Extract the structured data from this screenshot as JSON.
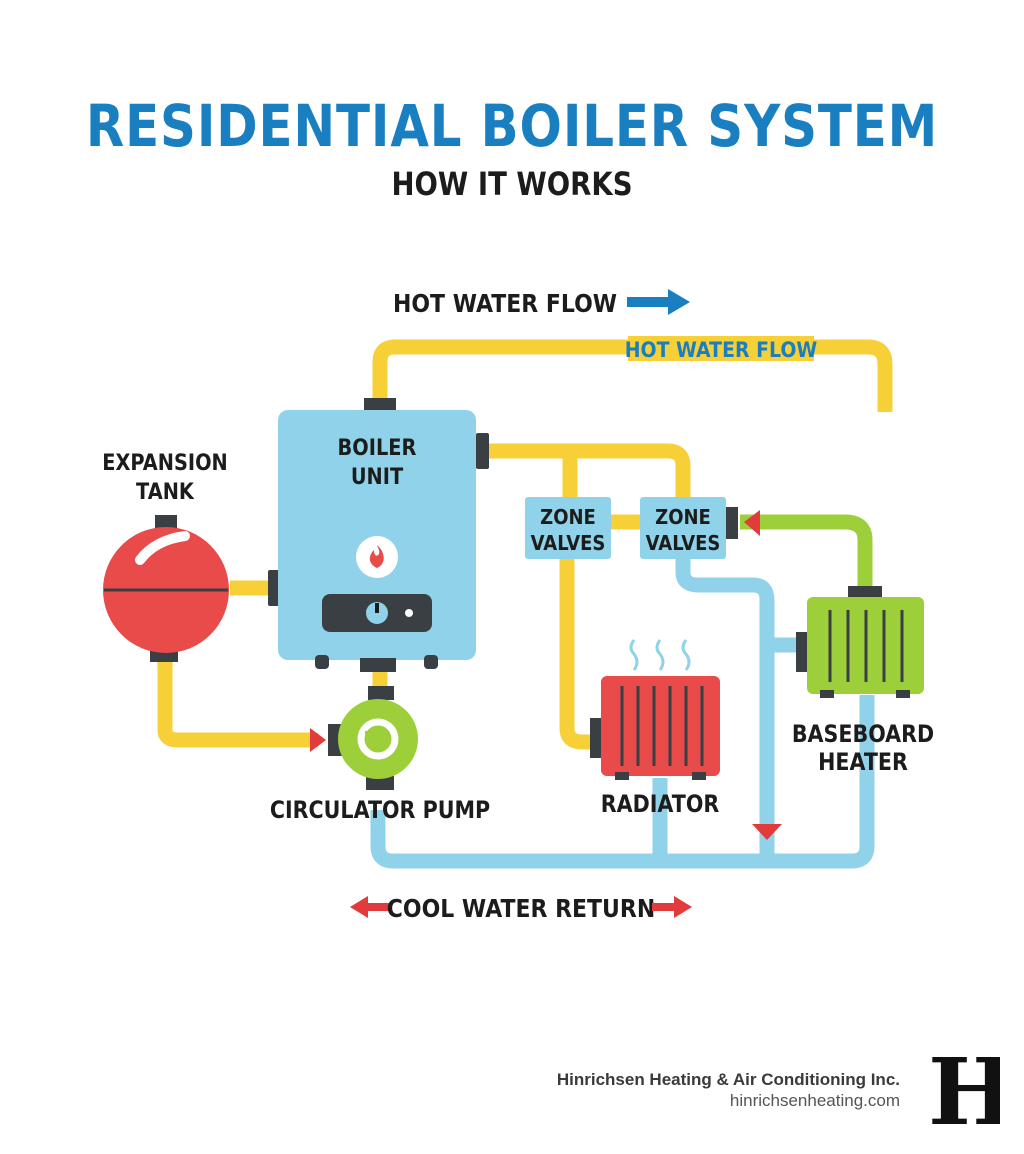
{
  "header": {
    "title": "RESIDENTIAL BOILER SYSTEM",
    "subtitle": "HOW IT WORKS"
  },
  "legend": {
    "hot_flow": "HOT WATER FLOW",
    "cool_return": "COOL WATER RETURN"
  },
  "pipe_label": "HOT WATER FLOW",
  "components": {
    "boiler": [
      "BOILER",
      "UNIT"
    ],
    "expansion_tank": [
      "EXPANSION",
      "TANK"
    ],
    "zone_valves_left": [
      "ZONE",
      "VALVES"
    ],
    "zone_valves_right": [
      "ZONE",
      "VALVES"
    ],
    "circulator_pump": "CIRCULATOR PUMP",
    "radiator": "RADIATOR",
    "baseboard_heater": [
      "BASEBOARD",
      "HEATER"
    ]
  },
  "footer": {
    "company": "Hinrichsen Heating & Air Conditioning Inc.",
    "url": "hinrichsenheating.com",
    "logo_letter": "H"
  },
  "colors": {
    "hot_pipe": "#f7d038",
    "cool_pipe": "#8fd2ea",
    "boiler": "#8fd2ea",
    "tank": "#e94a4a",
    "pump": "#9ccf3a",
    "radiator": "#e94a4a",
    "baseboard": "#9ccf3a",
    "accent_blue": "#1a7fc1",
    "arrow_red": "#e23b3b",
    "dark": "#3a3f44"
  }
}
